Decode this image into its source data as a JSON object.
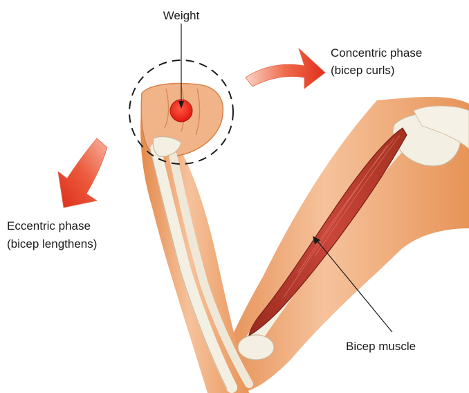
{
  "labels": {
    "weight": "Weight",
    "concentric_line1": "Concentric phase",
    "concentric_line2": "(bicep curls)",
    "eccentric_line1": "Eccentric phase",
    "eccentric_line2": "(bicep lengthens)",
    "bicep": "Bicep muscle"
  },
  "colors": {
    "skin": "#f0b48a",
    "skin_shade": "#d9803f",
    "bone": "#f4efe3",
    "bone_edge": "#c9b89a",
    "muscle": "#b83428",
    "muscle_dark": "#8e241c",
    "weight": "#e8241a",
    "arrow": "#e5412a"
  },
  "icons": {
    "concentric_arrow": "curved-arrow-right-icon",
    "eccentric_arrow": "arrow-down-left-icon"
  }
}
